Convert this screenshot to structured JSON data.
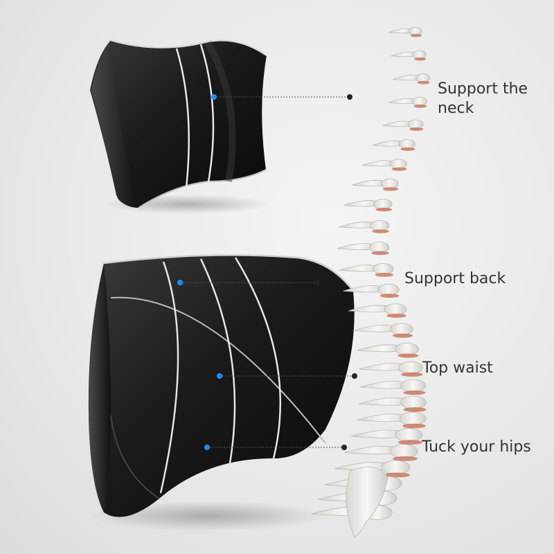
{
  "labels": {
    "neck": "Support the neck",
    "back": "Support back",
    "waist": "Top waist",
    "hips": "Tuck your hips"
  },
  "colors": {
    "background": "#e9e9e9",
    "cushion": "#1b1b1b",
    "piping": "#e6e6e6",
    "marker_dot": "#1e90ff",
    "bone": "#f2f1ee",
    "disc": "#c97860",
    "text": "#333333"
  },
  "icons": [
    "neck-pillow",
    "lumbar-cushion",
    "spine"
  ]
}
